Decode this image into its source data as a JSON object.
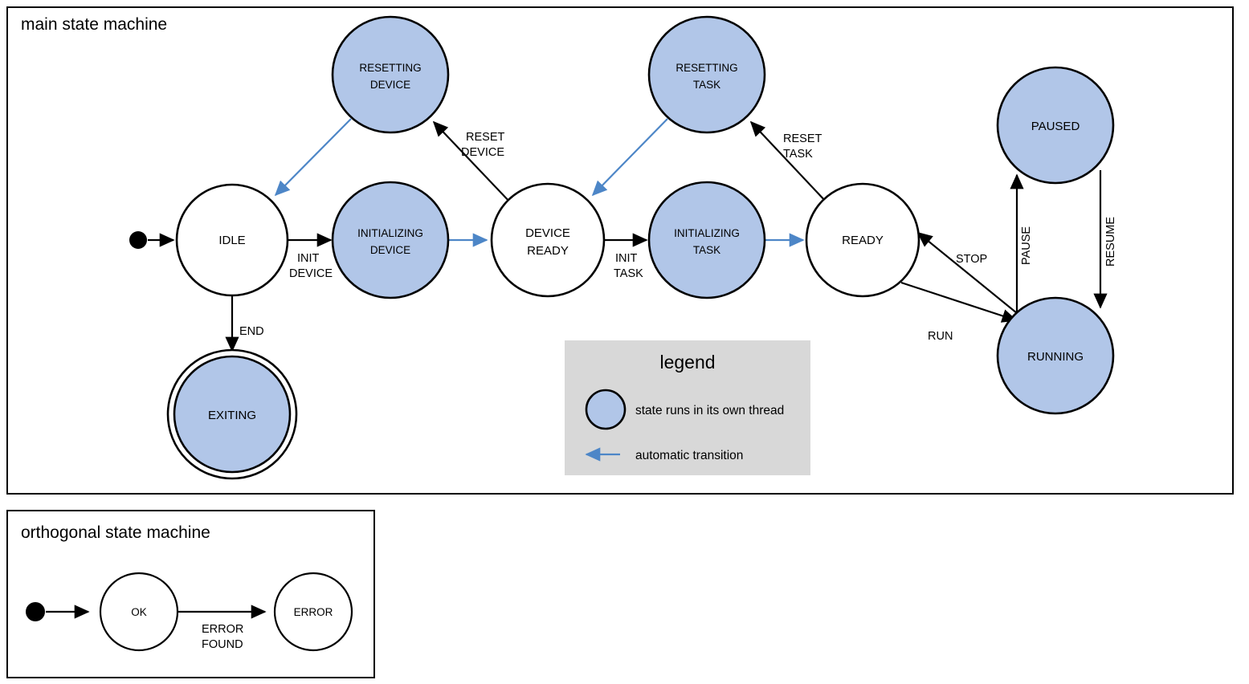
{
  "colors": {
    "thread_state_fill": "#b1c6e8",
    "plain_state_fill": "#ffffff",
    "stroke": "#000000",
    "auto_transition": "#4d86c7",
    "legend_background": "#d8d8d8",
    "page_background": "#ffffff"
  },
  "main_machine": {
    "title": "main state machine",
    "states": [
      {
        "id": "idle",
        "label_line1": "IDLE",
        "label_line2": "",
        "thread": false,
        "final": false
      },
      {
        "id": "resetting-device",
        "label_line1": "RESETTING",
        "label_line2": "DEVICE",
        "thread": true,
        "final": false
      },
      {
        "id": "initializing-device",
        "label_line1": "INITIALIZING",
        "label_line2": "DEVICE",
        "thread": true,
        "final": false
      },
      {
        "id": "device-ready",
        "label_line1": "DEVICE",
        "label_line2": "READY",
        "thread": false,
        "final": false
      },
      {
        "id": "resetting-task",
        "label_line1": "RESETTING",
        "label_line2": "TASK",
        "thread": true,
        "final": false
      },
      {
        "id": "initializing-task",
        "label_line1": "INITIALIZING",
        "label_line2": "TASK",
        "thread": true,
        "final": false
      },
      {
        "id": "ready",
        "label_line1": "READY",
        "label_line2": "",
        "thread": false,
        "final": false
      },
      {
        "id": "paused",
        "label_line1": "PAUSED",
        "label_line2": "",
        "thread": true,
        "final": false
      },
      {
        "id": "running",
        "label_line1": "RUNNING",
        "label_line2": "",
        "thread": true,
        "final": false
      },
      {
        "id": "exiting",
        "label_line1": "EXITING",
        "label_line2": "",
        "thread": true,
        "final": true
      }
    ],
    "transitions": [
      {
        "id": "start-to-idle",
        "label_line1": "",
        "label_line2": "",
        "automatic": false
      },
      {
        "id": "idle-to-initializing-device",
        "label_line1": "INIT",
        "label_line2": "DEVICE",
        "automatic": false
      },
      {
        "id": "idle-to-exiting",
        "label_line1": "END",
        "label_line2": "",
        "automatic": false
      },
      {
        "id": "resetting-device-to-idle",
        "label_line1": "",
        "label_line2": "",
        "automatic": true
      },
      {
        "id": "initializing-device-to-device-ready",
        "label_line1": "",
        "label_line2": "",
        "automatic": true
      },
      {
        "id": "device-ready-to-resetting-device",
        "label_line1": "RESET",
        "label_line2": "DEVICE",
        "automatic": false
      },
      {
        "id": "device-ready-to-initializing-task",
        "label_line1": "INIT",
        "label_line2": "TASK",
        "automatic": false
      },
      {
        "id": "resetting-task-to-device-ready",
        "label_line1": "",
        "label_line2": "",
        "automatic": true
      },
      {
        "id": "initializing-task-to-ready",
        "label_line1": "",
        "label_line2": "",
        "automatic": true
      },
      {
        "id": "ready-to-resetting-task",
        "label_line1": "RESET",
        "label_line2": "TASK",
        "automatic": false
      },
      {
        "id": "ready-to-running",
        "label_line1": "RUN",
        "label_line2": "",
        "automatic": false
      },
      {
        "id": "running-to-ready",
        "label_line1": "STOP",
        "label_line2": "",
        "automatic": false
      },
      {
        "id": "running-to-paused",
        "label_line1": "PAUSE",
        "label_line2": "",
        "automatic": false
      },
      {
        "id": "paused-to-running",
        "label_line1": "RESUME",
        "label_line2": "",
        "automatic": false
      }
    ]
  },
  "legend": {
    "title": "legend",
    "items": [
      {
        "id": "thread-state",
        "marker": "blue-circle",
        "text": "state runs in its own thread"
      },
      {
        "id": "auto-arrow",
        "marker": "blue-arrow",
        "text": "automatic transition"
      }
    ]
  },
  "orthogonal_machine": {
    "title": "orthogonal state machine",
    "states": [
      {
        "id": "ok",
        "label_line1": "OK",
        "label_line2": "",
        "thread": false,
        "final": false
      },
      {
        "id": "error",
        "label_line1": "ERROR",
        "label_line2": "",
        "thread": false,
        "final": false
      }
    ],
    "transitions": [
      {
        "id": "start-to-ok",
        "label_line1": "",
        "label_line2": "",
        "automatic": false
      },
      {
        "id": "ok-to-error",
        "label_line1": "ERROR",
        "label_line2": "FOUND",
        "automatic": false
      }
    ]
  }
}
